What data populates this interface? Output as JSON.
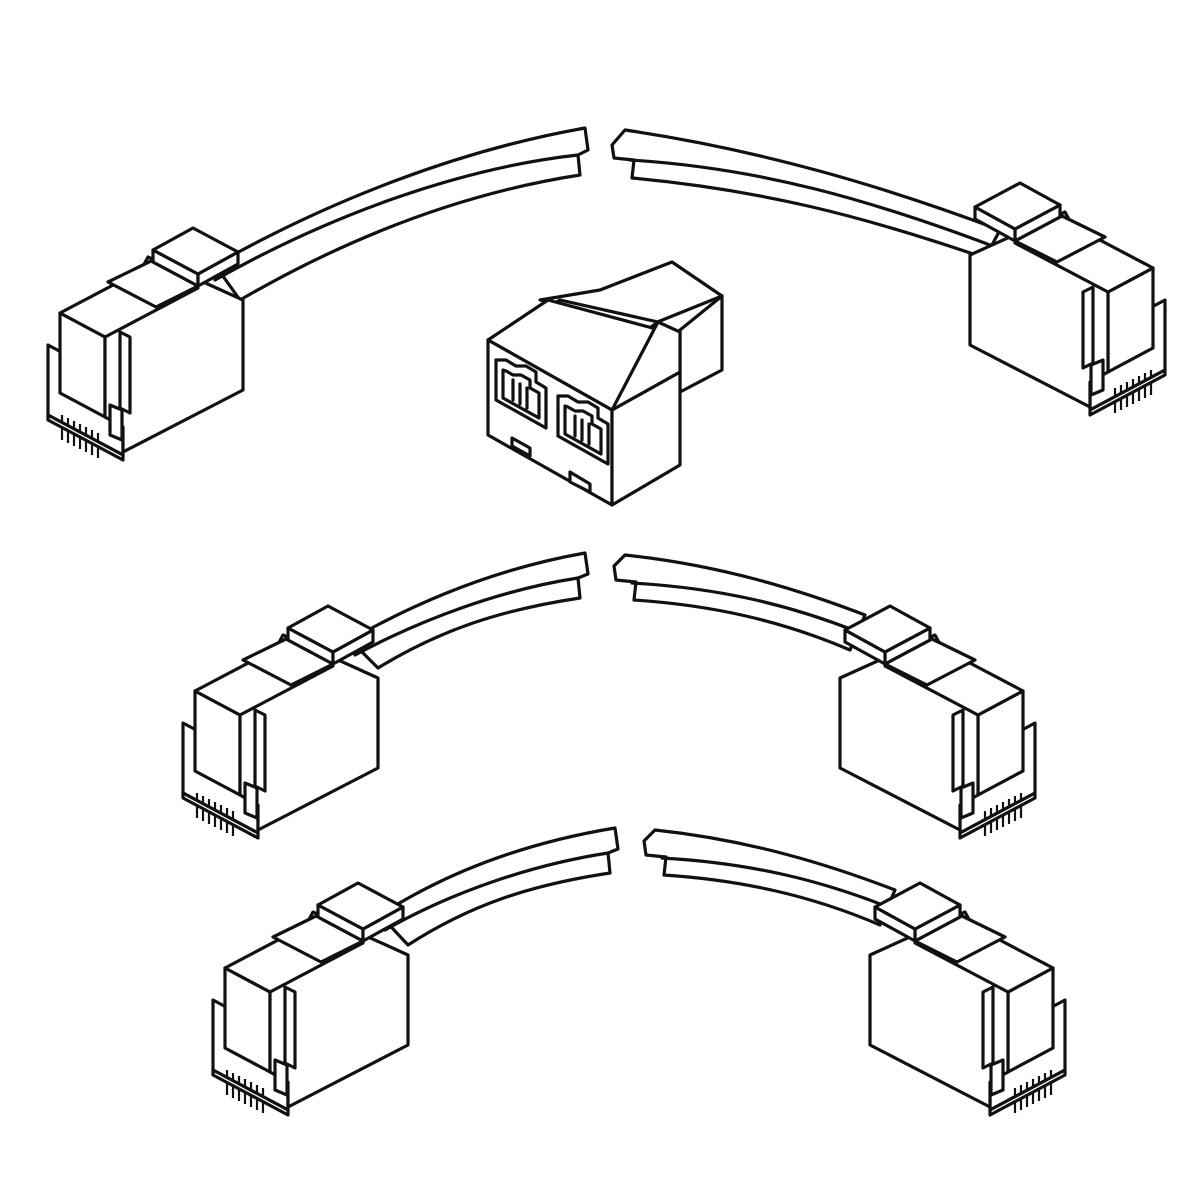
{
  "illustration": {
    "background": "#ffffff",
    "line_color": "#111111",
    "items": [
      {
        "kind": "cable",
        "name": "cable-1"
      },
      {
        "kind": "splitter",
        "name": "splitter",
        "ports": 2
      },
      {
        "kind": "cable",
        "name": "cable-2"
      },
      {
        "kind": "cable",
        "name": "cable-3"
      }
    ]
  }
}
